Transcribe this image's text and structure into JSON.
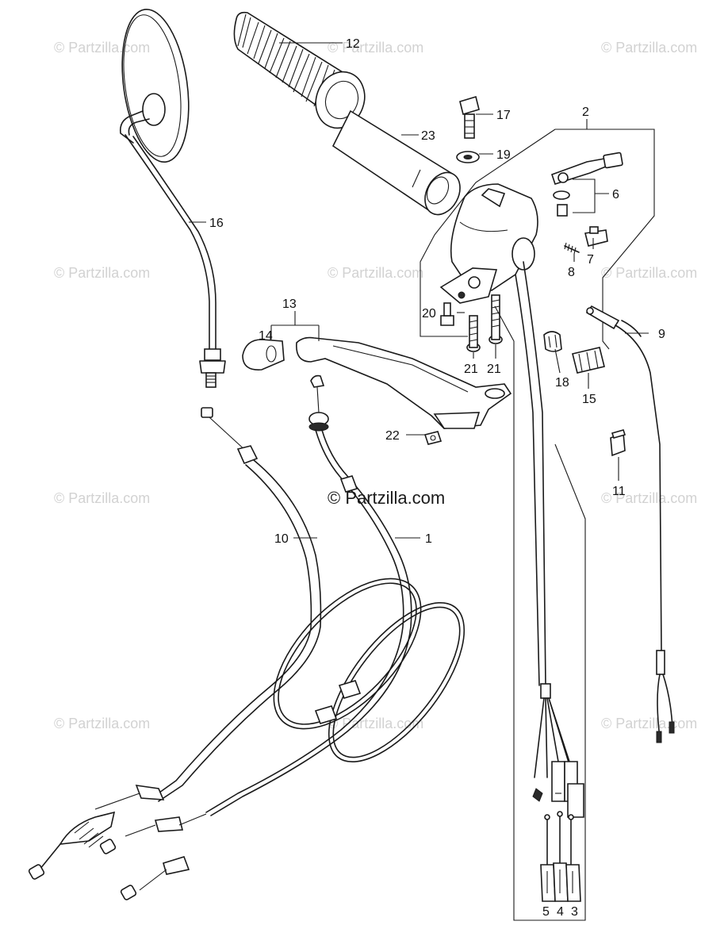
{
  "watermark_text": "© Partzilla.com",
  "main_watermark_text": "© Partzilla.com",
  "callouts": {
    "c1": "1",
    "c2": "2",
    "c3": "3",
    "c4": "4",
    "c5": "5",
    "c6": "6",
    "c7": "7",
    "c8": "8",
    "c9": "9",
    "c10": "10",
    "c11": "11",
    "c12": "12",
    "c13": "13",
    "c14": "14",
    "c15": "15",
    "c16": "16",
    "c17": "17",
    "c18": "18",
    "c19": "19",
    "c20": "20",
    "c21a": "21",
    "c21b": "21",
    "c22": "22",
    "c23": "23"
  },
  "colors": {
    "line": "#1a1a1a",
    "watermark": "#d2d2d2",
    "background": "#ffffff"
  }
}
